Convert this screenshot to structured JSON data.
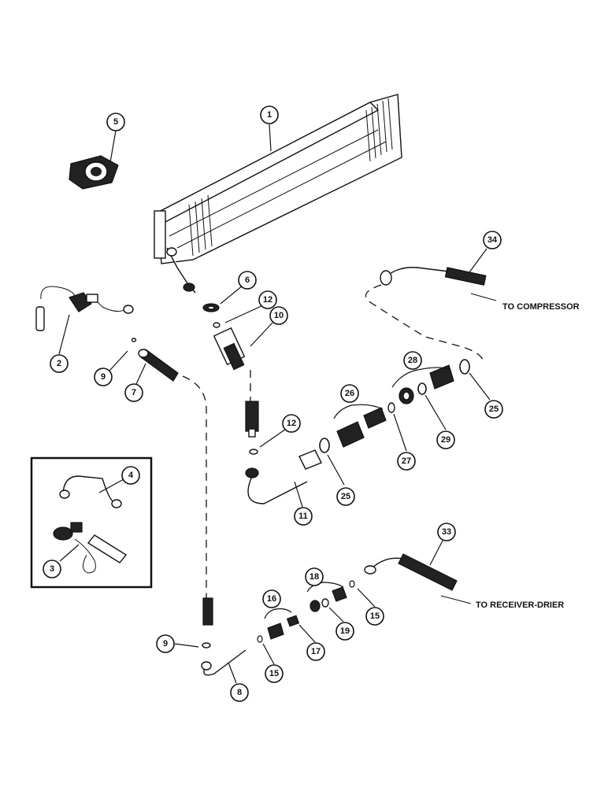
{
  "callouts": {
    "c1": "1",
    "c2": "2",
    "c3": "3",
    "c4": "4",
    "c5": "5",
    "c6": "6",
    "c7": "7",
    "c8": "8",
    "c9a": "9",
    "c9b": "9",
    "c10": "10",
    "c11": "11",
    "c12a": "12",
    "c12b": "12",
    "c15a": "15",
    "c15b": "15",
    "c16": "16",
    "c17": "17",
    "c18": "18",
    "c19": "19",
    "c25a": "25",
    "c25b": "25",
    "c26": "26",
    "c27": "27",
    "c28": "28",
    "c29": "29",
    "c33": "33",
    "c34": "34"
  },
  "notes": {
    "to_compressor": "TO COMPRESSOR",
    "to_receiver": "TO RECEIVER-DRIER"
  }
}
